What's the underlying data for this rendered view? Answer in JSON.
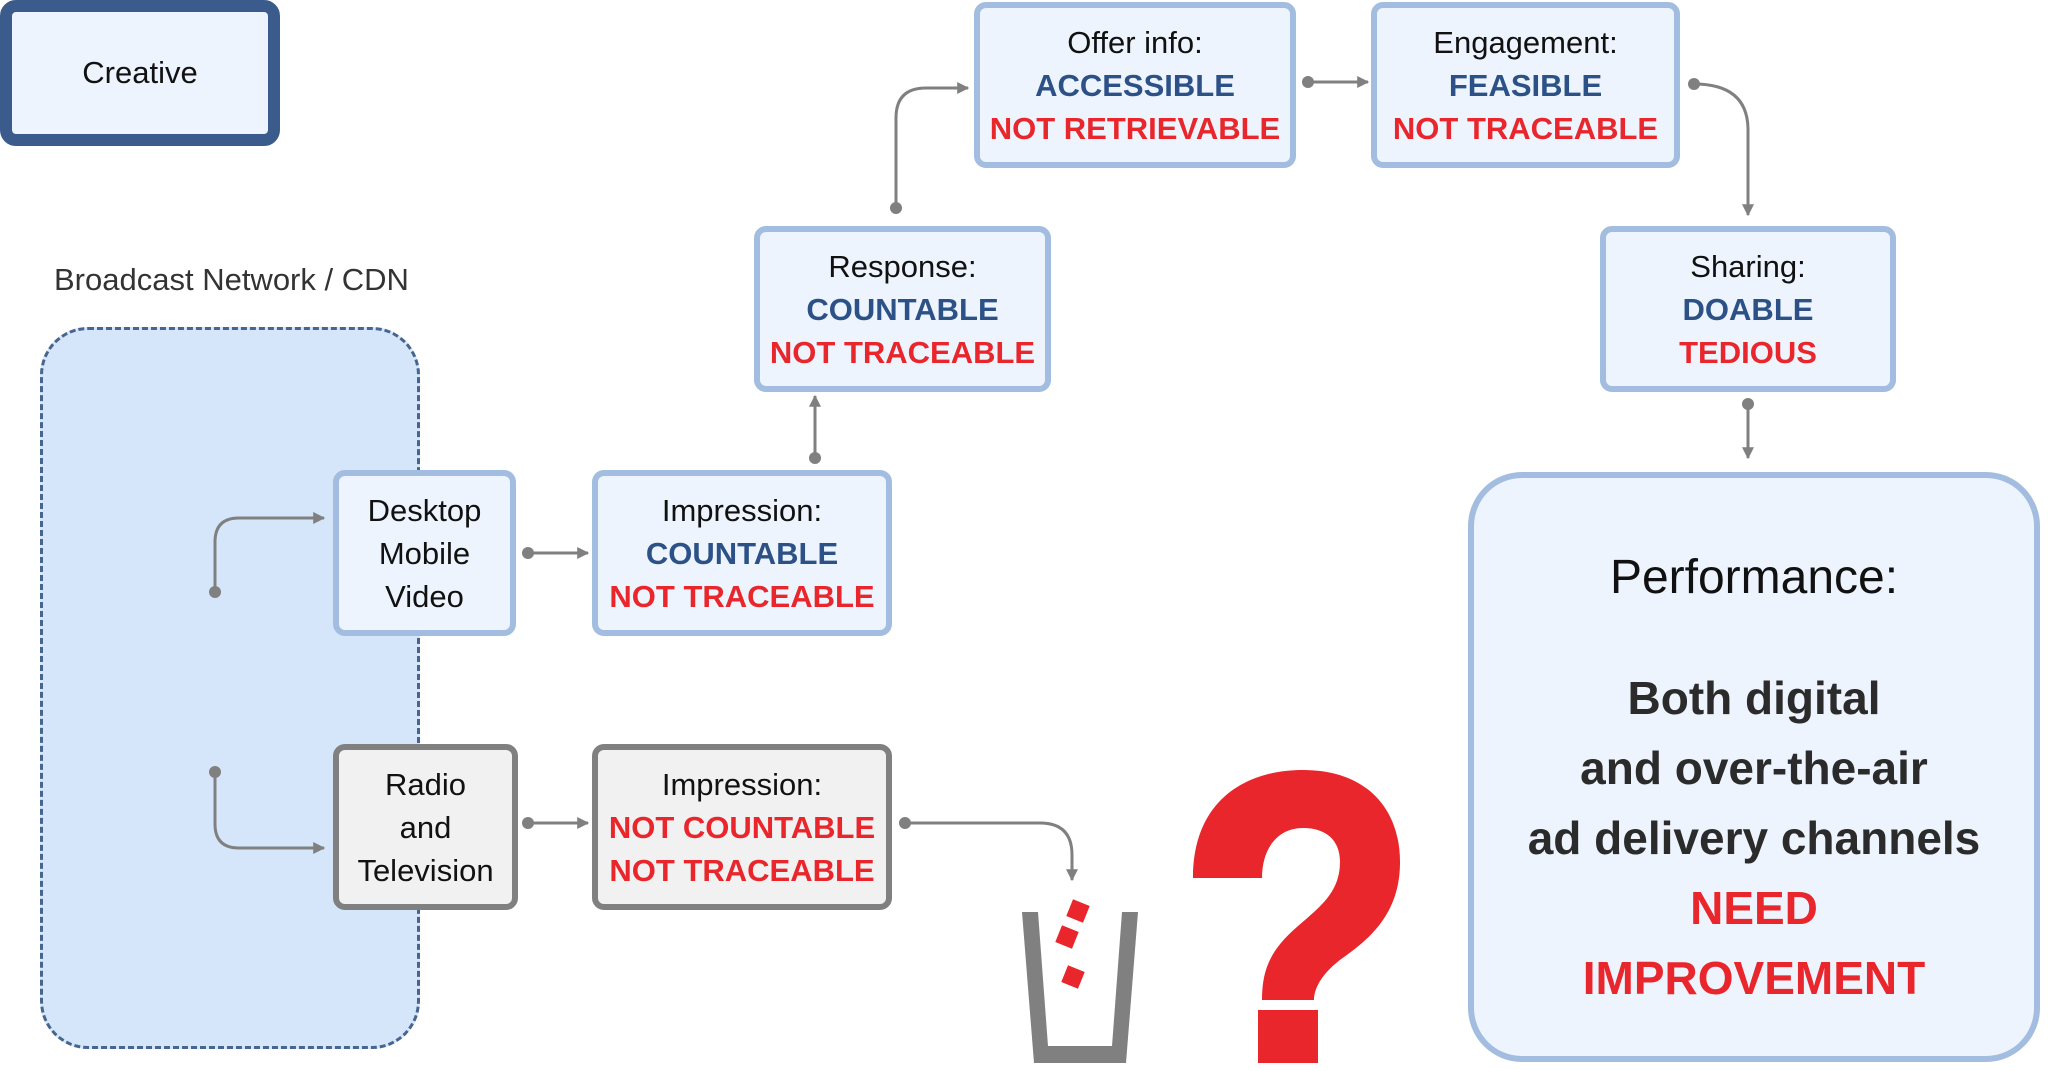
{
  "network": {
    "label": "Broadcast Network / CDN"
  },
  "creative": {
    "label": "Creative"
  },
  "channels": {
    "digital": [
      "Desktop",
      "Mobile",
      "Video"
    ],
    "broadcast": [
      "Radio",
      "and",
      "Television"
    ]
  },
  "digital_impression": {
    "title": "Impression:",
    "status1": "COUNTABLE",
    "status2": "NOT TRACEABLE"
  },
  "broadcast_impression": {
    "title": "Impression:",
    "status1": "NOT COUNTABLE",
    "status2": "NOT TRACEABLE"
  },
  "response": {
    "title": "Response:",
    "status1": "COUNTABLE",
    "status2": "NOT TRACEABLE"
  },
  "offer": {
    "title": "Offer info:",
    "status1": "ACCESSIBLE",
    "status2": "NOT RETRIEVABLE"
  },
  "engagement": {
    "title": "Engagement:",
    "status1": "FEASIBLE",
    "status2": "NOT TRACEABLE"
  },
  "sharing": {
    "title": "Sharing:",
    "status1": "DOABLE",
    "status2": "TEDIOUS"
  },
  "performance": {
    "title": "Performance:",
    "lines": [
      "Both digital",
      "and over-the-air",
      "ad delivery channels"
    ],
    "need": [
      "NEED",
      "IMPROVEMENT"
    ]
  },
  "icons": [
    "trash-can-icon",
    "question-mark-icon"
  ],
  "colors": {
    "positive": "#2c5187",
    "negative": "#e8262c",
    "box_border_blue": "#a2bddf",
    "box_border_gray": "#808080",
    "network_fill": "#d5e6fb",
    "creative_border": "#3a5b8c",
    "connector": "#808080"
  }
}
